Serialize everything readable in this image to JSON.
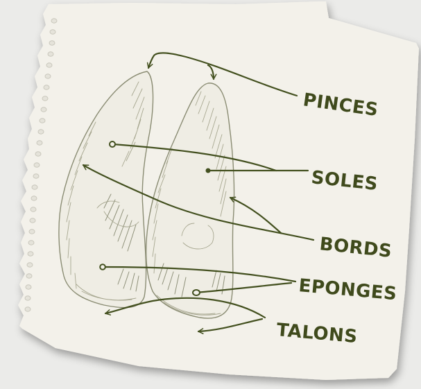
{
  "labels": {
    "pinces": "PINCES",
    "soles": "SOLES",
    "bords": "BORDS",
    "eponges": "EPONGES",
    "talons": "TALONS"
  },
  "colors": {
    "background": "#ebebe9",
    "paper": "#f3f1ea",
    "ink": "#43501f",
    "sketch": "#8a8c73"
  }
}
